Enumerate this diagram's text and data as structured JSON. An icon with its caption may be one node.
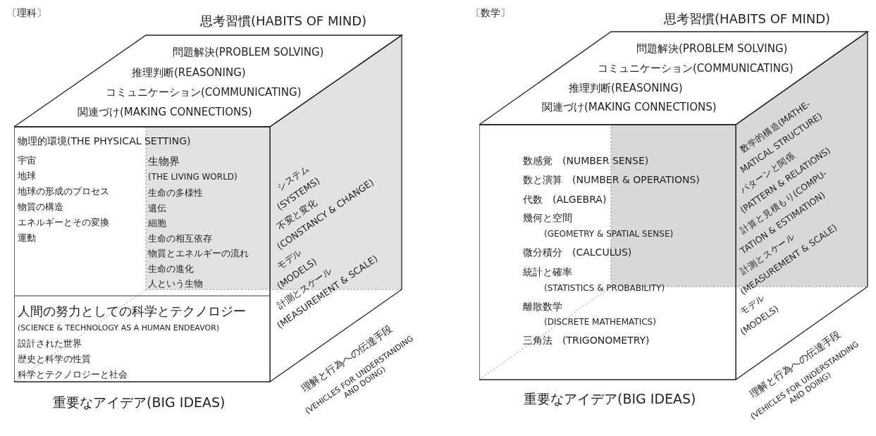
{
  "diagram": {
    "nodes": [
      {
        "text": [
          "思考習慣(HABITS OF MIND)",
          "問題解決(PROBLEM SOLVING)",
          "推理判断(REASONING)",
          "コミュニケーション(COMMUNICATING)",
          "関連づけ(MAKING CONNECTIONS)"
        ]
      },
      {
        "text": [
          "物理的環境(THE PHYSICAL SETTING)",
          "宇宙",
          "地球",
          "地球の形成のプロセス",
          "物質の構造",
          "エネルギーとその変換",
          "運動",
          "生物界",
          "(THE LIVING WORLD)",
          "生命の多様性",
          "遺伝",
          "細胞",
          "生命の相互依存",
          "物質とエネルギーの流れ",
          "生命の進化",
          "人という生物",
          "人間の努力としての科学とテクノロジー",
          "(SCIENCE & TECHNOLOGY AS A HUMAN ENDEAVOR)",
          "設計された世界",
          "歴史と科学の性質",
          "科学とテクノロジーと社会",
          "重要なアイデア(BIG IDEAS)"
        ]
      },
      {
        "text": [
          "システム",
          "(SYSTEMS)",
          "不変と変化",
          "(CONSTANCY & CHANGE)",
          "モデル",
          "(MODELS)",
          "計測とスケール",
          "(MEASUREMENT & SCALE)",
          "理解と行為への伝達手段",
          "(VEHICLES FOR UNDERSTANDING AND DOING)"
        ]
      },
      {
        "text": [
          "思考習慣(HABITS OF MIND)",
          "問題解決(PROBLEM SOLVING)",
          "コミュニケーション(COMMUNICATING)",
          "推理判断(REASONING)",
          "関連づけ(MAKING CONNECTIONS)"
        ]
      },
      {
        "text": [
          "数感覚　(NUMBER SENSE)",
          "数と演算　(NUMBER & OPERATIONS)",
          "代数　(ALGEBRA)",
          "幾何と空間",
          "(GEOMETRY & SPATIAL SENSE)",
          "微分積分　(CALCULUS)",
          "統計と確率",
          "(STATISTICS & PROBABILITY)",
          "離散数学",
          "(DISCRETE MATHEMATICS)",
          "三角法　(TRIGONOMETRY)",
          "重要なアイデア(BIG IDEAS)"
        ]
      },
      {
        "text": [
          "数学的構造(MATHE-",
          "MATICAL STRUCTURE)",
          "パターンと関係",
          "(PATTERN & RELATIONS)",
          "計算と見積もり(COMPU-",
          "TATION & ESTIMATION)",
          "計測とスケール",
          "(MEASUREMENT & SCALE)",
          "モデル",
          "(MODELS)",
          "理解と行為への伝達手段",
          "(VEHICLES FOR UNDERSTANDING AND DOING)"
        ]
      }
    ],
    "labels": [
      "〔理科〕",
      "〔数学〕"
    ]
  }
}
